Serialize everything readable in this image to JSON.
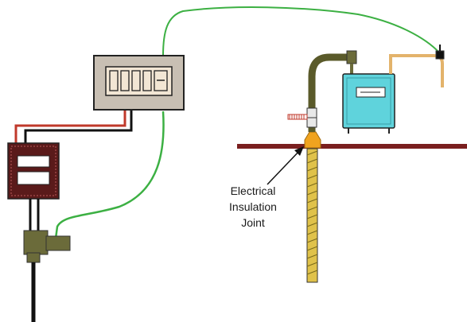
{
  "annotation": {
    "lines": [
      "Electrical",
      "Insulation",
      "Joint"
    ]
  },
  "colors": {
    "wire_green": "#3cb043",
    "wire_red": "#c0392b",
    "wire_black": "#111111",
    "floor": "#7a1f1f",
    "meter_body": "#c8bfb3",
    "gas_meter": "#5fd3dc",
    "riser_pipe": "#e0c24a",
    "service_pipe": "#5a5a2a",
    "insulation_joint": "#f0a31f",
    "supply_pipe": "#e3b36b",
    "control_box_frame": "#5a1a1a"
  }
}
